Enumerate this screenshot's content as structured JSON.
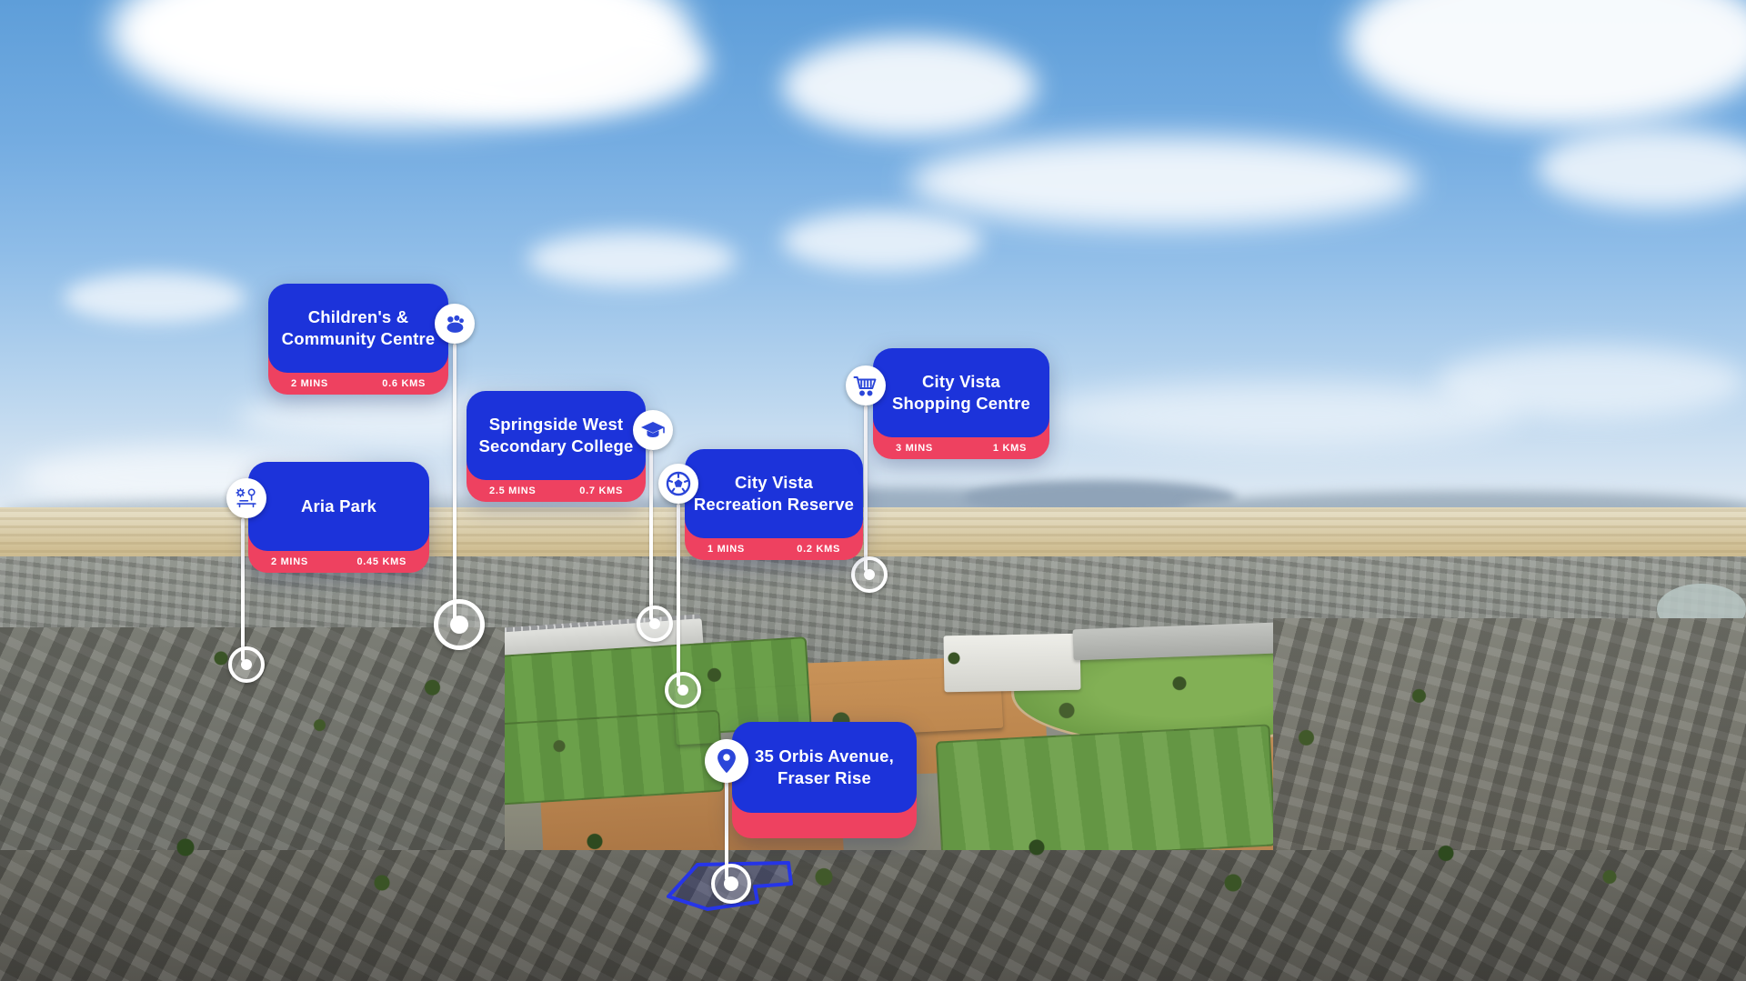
{
  "property": {
    "title_line1": "35 Orbis Avenue,",
    "title_line2": "Fraser Rise",
    "icon": "location-pin-icon"
  },
  "pois": [
    {
      "name": "Children's & Community Centre",
      "title_line1": "Children's &",
      "title_line2": "Community Centre",
      "time": "2 MINS",
      "distance": "0.6 KMS",
      "icon": "people-group-icon"
    },
    {
      "name": "Springside West Secondary College",
      "title_line1": "Springside West",
      "title_line2": "Secondary College",
      "time": "2.5 MINS",
      "distance": "0.7 KMS",
      "icon": "graduation-cap-icon"
    },
    {
      "name": "Aria Park",
      "title_line1": "Aria Park",
      "title_line2": "",
      "time": "2 MINS",
      "distance": "0.45 KMS",
      "icon": "park-icon"
    },
    {
      "name": "City Vista Recreation Reserve",
      "title_line1": "City Vista",
      "title_line2": "Recreation Reserve",
      "time": "1 MINS",
      "distance": "0.2 KMS",
      "icon": "soccer-ball-icon"
    },
    {
      "name": "City Vista Shopping Centre",
      "title_line1": "City Vista",
      "title_line2": "Shopping Centre",
      "time": "3 MINS",
      "distance": "1 KMS",
      "icon": "shopping-cart-icon"
    }
  ],
  "colors": {
    "badge_blue": "#1c33da",
    "badge_red": "#ee4160",
    "icon_blue": "#2b46d9",
    "marker_white": "#ffffff",
    "boundary_blue": "#2635e8"
  }
}
